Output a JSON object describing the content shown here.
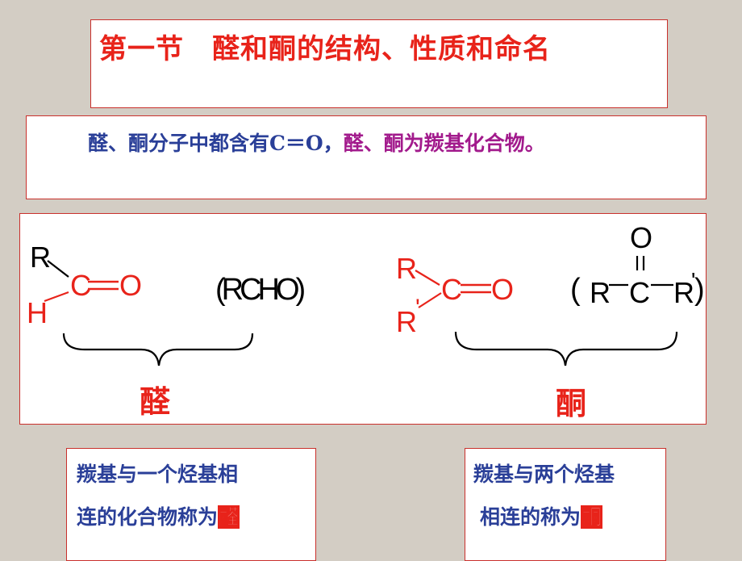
{
  "title": "第一节　醛和酮的结构、性质和命名",
  "intro": {
    "part1": "醛、酮分子中都含有C＝O，",
    "part2": "醛、酮为羰基化合物。"
  },
  "aldehyde": {
    "R": "R",
    "C": "C",
    "O": "O",
    "H": "H",
    "formula": "(RCHO)",
    "label": "醛"
  },
  "ketone": {
    "R1": "R",
    "R2": "R",
    "prime": "'",
    "C": "C",
    "O": "O",
    "formula_open": "(",
    "formula_R1": "R",
    "formula_C": "C",
    "formula_R2": "R",
    "formula_prime": "'",
    "formula_close": ")",
    "formula_O": "O",
    "label": "酮"
  },
  "definitions": {
    "aldehyde_line1": "羰基与一个烃基相",
    "aldehyde_line2": "连的化合物称为",
    "aldehyde_term": "醛",
    "ketone_line1": "羰基与两个烃基",
    "ketone_line2": "相连的称为",
    "ketone_term": "酮"
  },
  "colors": {
    "red": "#e8231a",
    "blue": "#2a3f98",
    "magenta": "#a21a8c",
    "background": "#d3cdc4"
  }
}
